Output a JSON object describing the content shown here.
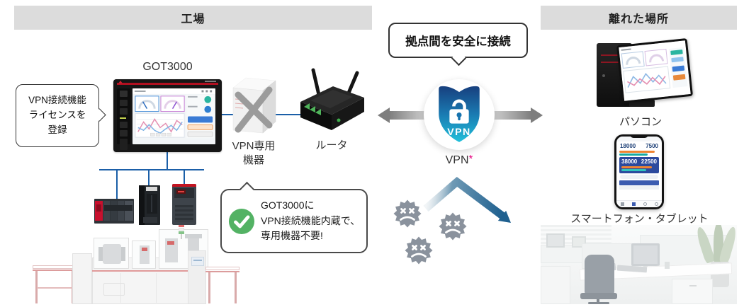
{
  "headers": {
    "factory": "工場",
    "remote": "離れた場所"
  },
  "got": {
    "label": "GOT3000"
  },
  "license_callout": {
    "line1": "VPN接続機能",
    "line2": "ライセンスを",
    "line3": "登録"
  },
  "secure_callout": {
    "text": "拠点間を安全に接続"
  },
  "builtin_callout": {
    "line1": "GOT3000に",
    "line2": "VPN接続機能内蔵で、",
    "line3": "専用機器不要!"
  },
  "labels": {
    "vpn_appliance_line1": "VPN専用",
    "vpn_appliance_line2": "機器",
    "router": "ルータ",
    "pc": "パソコン",
    "smartphone": "スマートフォン・タブレット"
  },
  "vpn": {
    "badge": "VPN",
    "note": "VPN",
    "note_mark": "*"
  },
  "phone_app": {
    "value1": "18000",
    "value2": "7500",
    "value3": "38000",
    "value4": "22500"
  },
  "colors": {
    "header_bg": "#dcdcdc",
    "connector_blue": "#1b5fa8",
    "shield_top": "#173f7e",
    "shield_bottom": "#20c0da",
    "check_green": "#53b264",
    "virus_gray": "#8a929d",
    "arrow_gray": "#7e7e7e",
    "asterisk_pink": "#e6007e",
    "deflect_blue": "#1f608f",
    "accent_red": "#c8102e"
  }
}
